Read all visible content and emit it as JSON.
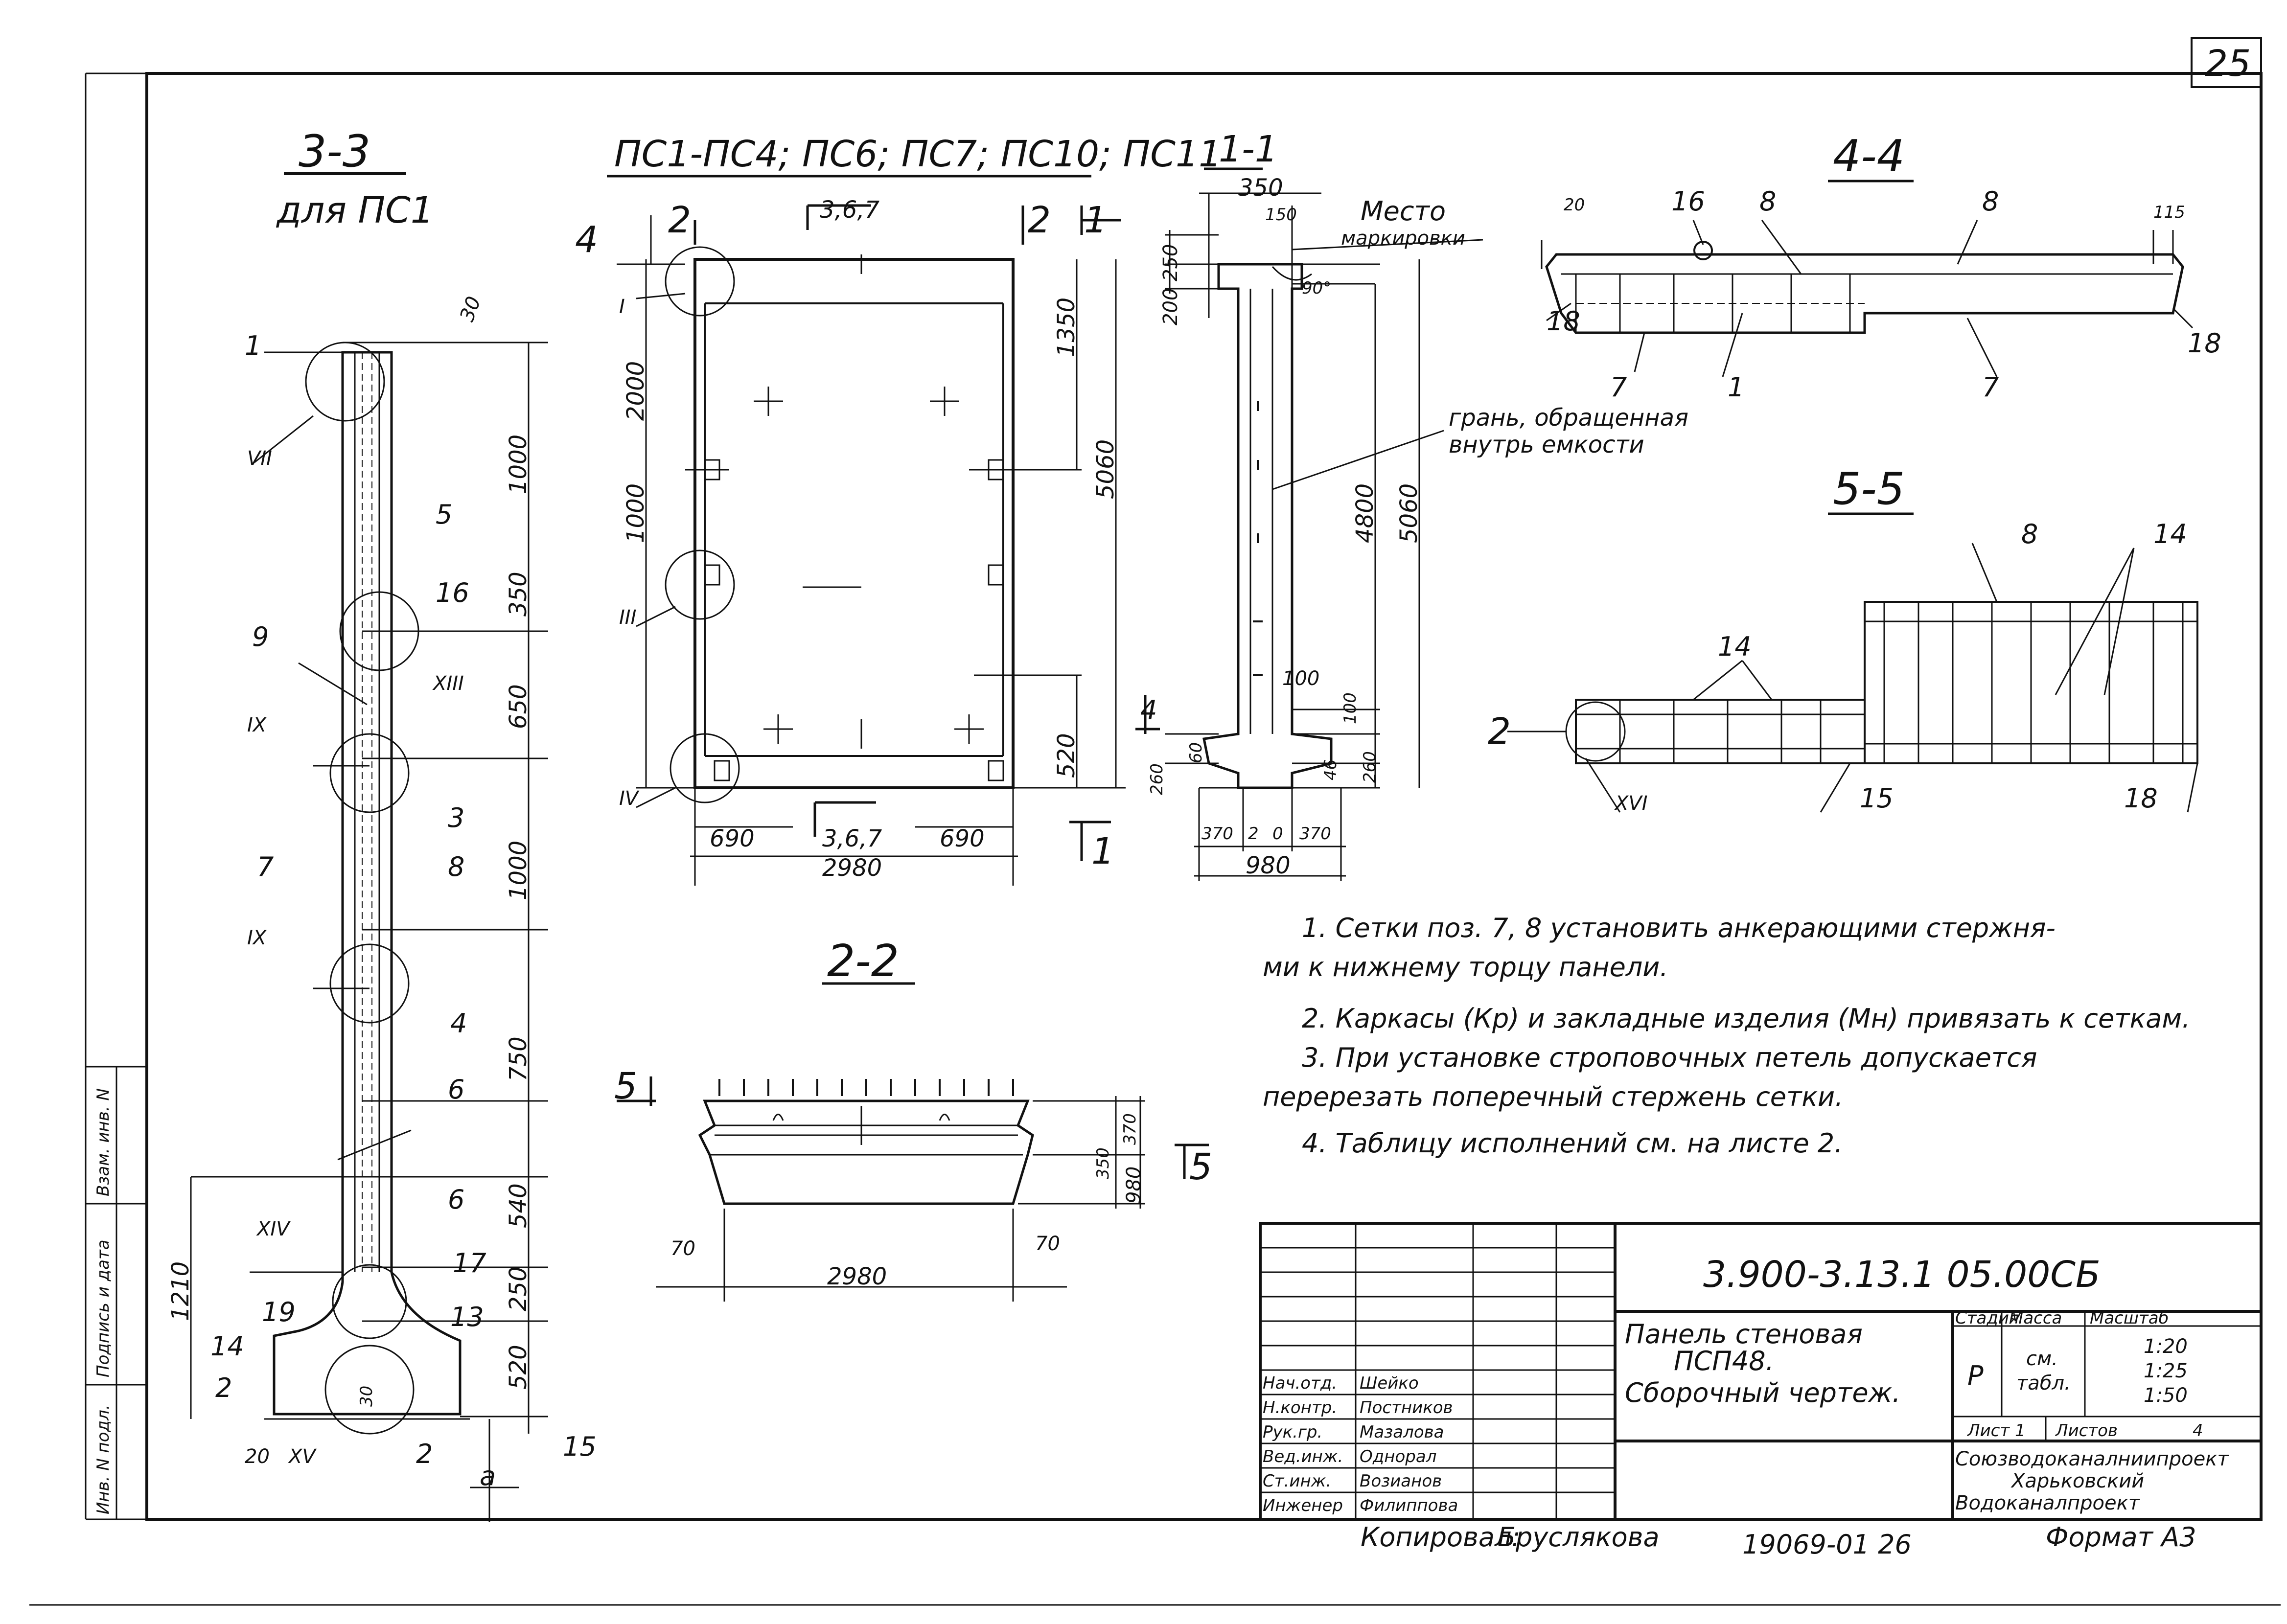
{
  "sheet_number": "25",
  "sections": {
    "s33": {
      "title": "3-3",
      "subtitle": "для ПС1"
    },
    "main": {
      "title": "ПС1-ПС4; ПС6; ПС7; ПС10; ПС11",
      "mark_3_6_7": "3,6,7"
    },
    "s11": {
      "title": "1-1",
      "place_note_1": "Место",
      "place_note_2": "маркировки",
      "face_note_1": "грань, обращенная",
      "face_note_2": "внутрь емкости",
      "angle": "90°"
    },
    "s44": {
      "title": "4-4"
    },
    "s55": {
      "title": "5-5"
    },
    "s22": {
      "title": "2-2"
    }
  },
  "section_marks": {
    "m1": "1",
    "m2": "2",
    "m4": "4",
    "m5": "5"
  },
  "roman_nodes": {
    "I": "I",
    "III": "III",
    "IV": "IV",
    "VII": "VII",
    "IX": "IX",
    "XIII": "XIII",
    "XIV": "XIV",
    "XV": "XV",
    "XVI": "XVI"
  },
  "positions": {
    "p1": "1",
    "p2": "2",
    "p3": "3",
    "p4": "4",
    "p5": "5",
    "p6": "6",
    "p7": "7",
    "p8": "8",
    "p9": "9",
    "p13": "13",
    "p14": "14",
    "p15": "15",
    "p16": "16",
    "p17": "17",
    "p18": "18",
    "p19": "19",
    "pa": "a",
    "p14n": "14"
  },
  "dims": {
    "d30": "30",
    "d1000a": "1000",
    "d350": "350",
    "d650": "650",
    "d1000b": "1000",
    "d750": "750",
    "d540": "540",
    "d250": "250",
    "d520": "520",
    "d1210": "1210",
    "d20": "20",
    "d30b": "30",
    "d2000": "2000",
    "d1000c": "1000",
    "d1350": "1350",
    "d5060": "5060",
    "d520b": "520",
    "d690a": "690",
    "d690b": "690",
    "d2980": "2980",
    "d350t": "350",
    "d150": "150",
    "d250b": "250",
    "d200": "200",
    "d4800": "4800",
    "d5060b": "5060",
    "d100a": "100",
    "d100b": "100",
    "d46": "46",
    "d260": "260",
    "d260b": "260",
    "d60": "60",
    "d370a": "370",
    "d2": "2",
    "d0": "0",
    "d370b": "370",
    "d980": "980",
    "d20b": "20",
    "d115": "115",
    "d370c": "370",
    "d350c": "350",
    "d980b": "980",
    "d70a": "70",
    "d2980b": "2980",
    "d70b": "70"
  },
  "notes": {
    "n1a": "1. Сетки поз. 7, 8 установить анкерающими стержня-",
    "n1b": "ми к нижнему торцу панели.",
    "n2": "2. Каркасы (Кр) и закладные изделия (Мн) привязать к сеткам.",
    "n3a": "3. При установке строповочных петель допускается",
    "n3b": "перерезать поперечный стержень сетки.",
    "n4": "4. Таблицу исполнений см. на листе 2."
  },
  "margin_labels": {
    "inv_podl": "Инв. N подл.",
    "podpis": "Подпись и дата",
    "vzam": "Взам. инв. N"
  },
  "title_block": {
    "doc_code": "3.900-3.13.1   05.00СБ",
    "name_1": "Панель стеновая",
    "name_2": "ПСП48.",
    "name_3": "Сборочный чертеж.",
    "hdr_stage": "Стадия",
    "hdr_mass": "Масса",
    "hdr_scale": "Масштаб",
    "stage": "Р",
    "mass_1": "см.",
    "mass_2": "табл.",
    "scale_1": "1:20",
    "scale_2": "1:25",
    "scale_3": "1:50",
    "sheet_label": "Лист 1",
    "sheets_label": "Листов",
    "sheets_count": "4",
    "org_1": "Союзводоканалниипроект",
    "org_2": "Харьковский",
    "org_3": "Водоканалпроект",
    "staff": [
      {
        "role": "Нач.отд.",
        "name": "Шейко"
      },
      {
        "role": "Н.контр.",
        "name": "Постников"
      },
      {
        "role": "Рук.гр.",
        "name": "Мазалова"
      },
      {
        "role": "Вед.инж.",
        "name": "Однорал"
      },
      {
        "role": "Ст.инж.",
        "name": "Возианов"
      },
      {
        "role": "Инженер",
        "name": "Филиппова"
      }
    ]
  },
  "footer": {
    "copied": "Копировал:",
    "copier": "Бруслякова",
    "order": "19069-01  26",
    "format": "Формат А3"
  }
}
